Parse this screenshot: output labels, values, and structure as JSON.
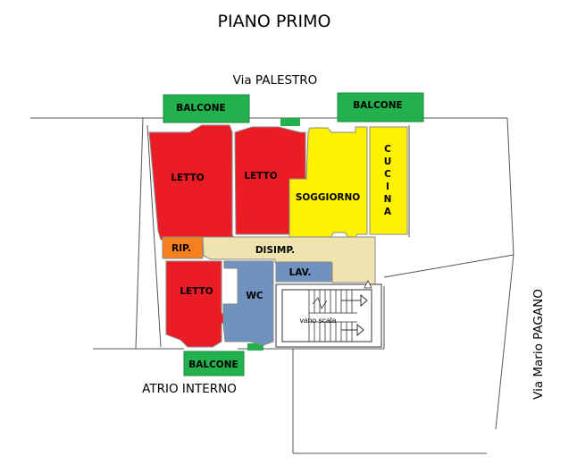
{
  "title": "PIANO PRIMO",
  "streets": {
    "top": "Via PALESTRO",
    "right": "Via Mario PAGANO",
    "bottom": "ATRIO INTERNO"
  },
  "rooms": {
    "letto_1": "LETTO",
    "letto_2": "LETTO",
    "letto_3": "LETTO",
    "soggiorno": "SOGGIORNO",
    "cucina": [
      "C",
      "U",
      "C",
      "I",
      "N",
      "A"
    ],
    "ripostiglio": "RIP.",
    "disimpegno": "DISIMP.",
    "lavanderia": "LAV.",
    "wc": "WC",
    "vano_scala": "vano scala"
  },
  "balconies": {
    "top_left": "BALCONE",
    "top_right": "BALCONE",
    "bottom": "BALCONE"
  },
  "colors": {
    "bedroom": "#ec1c24",
    "living": "#fff200",
    "hall": "#efe4b0",
    "service": "#7092be",
    "storage": "#f7801e",
    "balcony": "#22b14c"
  }
}
